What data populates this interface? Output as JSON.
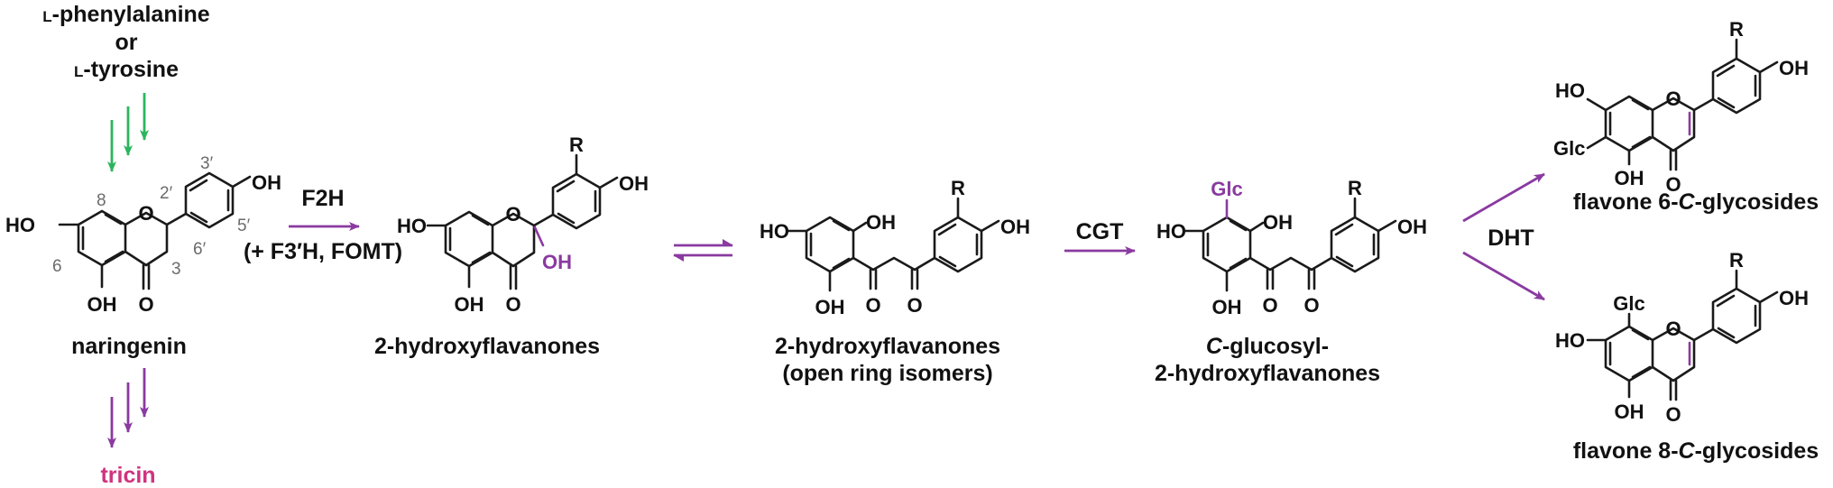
{
  "precursor": {
    "line1_prefix": "L",
    "line1_rest": "-phenylalanine",
    "line2": "or",
    "line3_prefix": "L",
    "line3_rest": "-tyrosine"
  },
  "compounds": {
    "naringenin": "naringenin",
    "tricin": "tricin",
    "hydroxyflavanones": "2-hydroxyflavanones",
    "open_ring_line1": "2-hydroxyflavanones",
    "open_ring_line2": "(open ring isomers)",
    "cglucosyl_line1_italic": "C",
    "cglucosyl_line1_rest": "-glucosyl-",
    "cglucosyl_line2": "2-hydroxyflavanones",
    "flavone6_prefix": "flavone 6-",
    "flavone6_italic": "C",
    "flavone6_suffix": "-glycosides",
    "flavone8_prefix": "flavone 8-",
    "flavone8_italic": "C",
    "flavone8_suffix": "-glycosides"
  },
  "enzymes": {
    "f2h": "F2H",
    "f2h_extra": "(+ F3′H, FOMT)",
    "cgt": "CGT",
    "dht": "DHT"
  },
  "atoms": {
    "oh": "OH",
    "ho": "HO",
    "o": "O",
    "r": "R",
    "glc": "Glc"
  },
  "position_numbers": {
    "p8": "8",
    "p6": "6",
    "p3": "3",
    "p2p": "2′",
    "p3p": "3′",
    "p5p": "5′",
    "p6p": "6′"
  },
  "colors": {
    "green_arrow": "#2cb55e",
    "purple_arrow": "#8a3aa0",
    "tricin": "#d0337f",
    "text": "#111111",
    "position_number": "#6b6b6b"
  }
}
